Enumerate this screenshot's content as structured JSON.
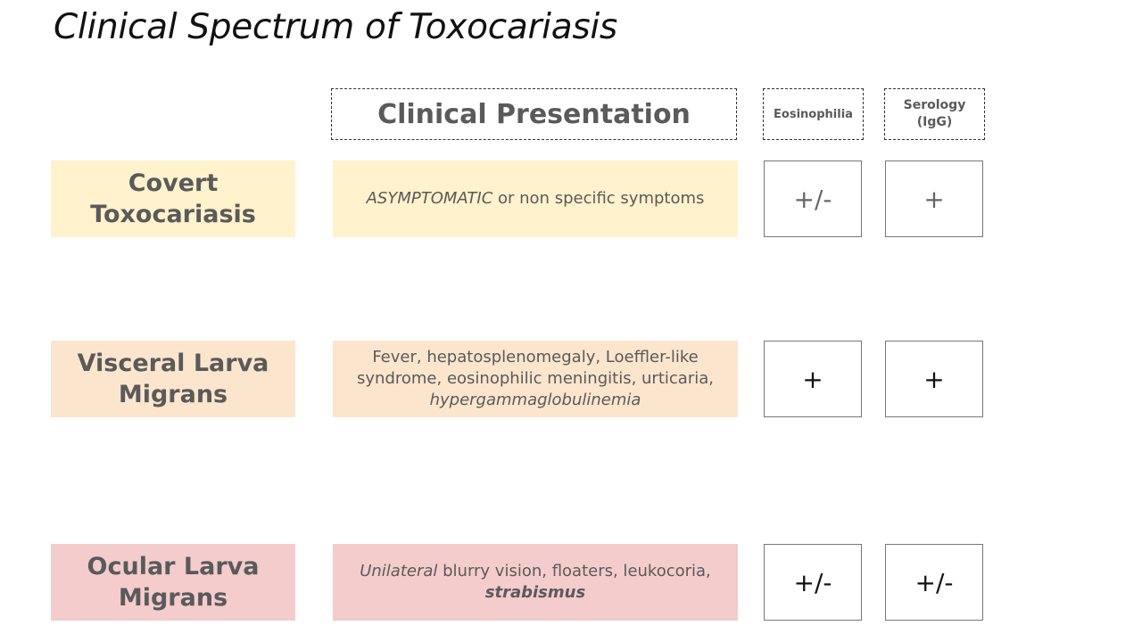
{
  "title": "Clinical Spectrum of Toxocariasis",
  "headers": {
    "presentation": "Clinical Presentation",
    "eosinophilia": "Eosinophilia",
    "serology": "Serology",
    "serology_sub": "(IgG)"
  },
  "rows": [
    {
      "name_line1": "Covert",
      "name_line2": "Toxocariasis",
      "desc_em": "ASYMPTOMATIC",
      "desc_rest": " or non specific symptoms",
      "eosinophilia": "+/-",
      "serology": "+",
      "color": "#fff2cc"
    },
    {
      "name_line1": "Visceral Larva",
      "name_line2": "Migrans",
      "desc_plain": "Fever, hepatosplenomegaly, Loeffler-like syndrome, eosinophilic meningitis, urticaria,",
      "desc_em": "hypergammaglobulinemia",
      "eosinophilia": "+",
      "serology": "+",
      "color": "#fce5cd"
    },
    {
      "name_line1": "Ocular Larva",
      "name_line2": "Migrans",
      "desc_em": "Unilateral",
      "desc_rest": " blurry vision, floaters, leukocoria,",
      "desc_strong_em": "strabismus",
      "eosinophilia": "+/-",
      "serology": "+/-",
      "color": "#f4cccc"
    }
  ]
}
